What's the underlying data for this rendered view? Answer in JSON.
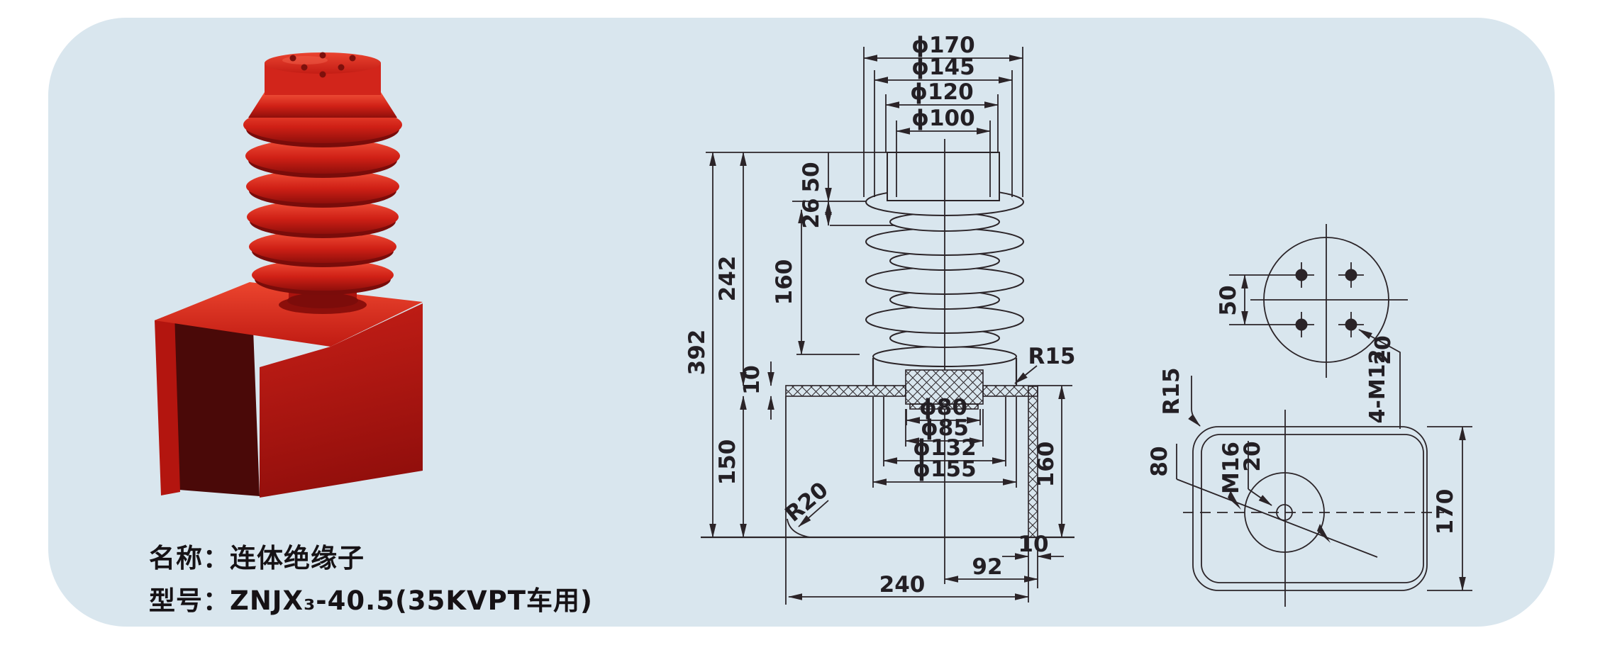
{
  "panel": {
    "bg": "#d9e6ee",
    "line_color": "#2b2428",
    "product_red": "#d2251b"
  },
  "labels": {
    "name": "名称：连体绝缘子",
    "model": "型号：ZNJX₃-40.5(35KVPT车用)"
  },
  "front": {
    "phi170": "ϕ170",
    "phi145": "ϕ145",
    "phi120": "ϕ120",
    "phi100": "ϕ100",
    "h392": "392",
    "h242": "242",
    "h150": "150",
    "t10": "10",
    "s50": "50",
    "s26": "26",
    "s160": "160",
    "r15": "R15",
    "r20": "R20",
    "phi80": "ϕ80",
    "phi85": "ϕ85",
    "phi132": "ϕ132",
    "phi155": "ϕ155",
    "leg160": "160",
    "leg10": "10",
    "w92": "92",
    "w240": "240"
  },
  "top_view": {
    "d50": "50",
    "holes": "4-M12",
    "depth": "20"
  },
  "bottom_view": {
    "r15": "R15",
    "d80": "80",
    "m16": "M16",
    "d20": "20",
    "d170": "170"
  }
}
